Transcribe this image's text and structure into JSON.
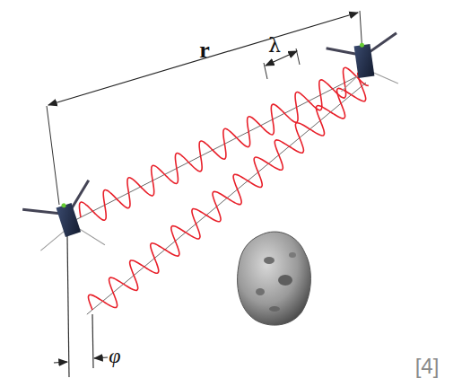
{
  "diagram": {
    "labels": [
      "r",
      "λ",
      "φ",
      "[4]"
    ]
  }
}
